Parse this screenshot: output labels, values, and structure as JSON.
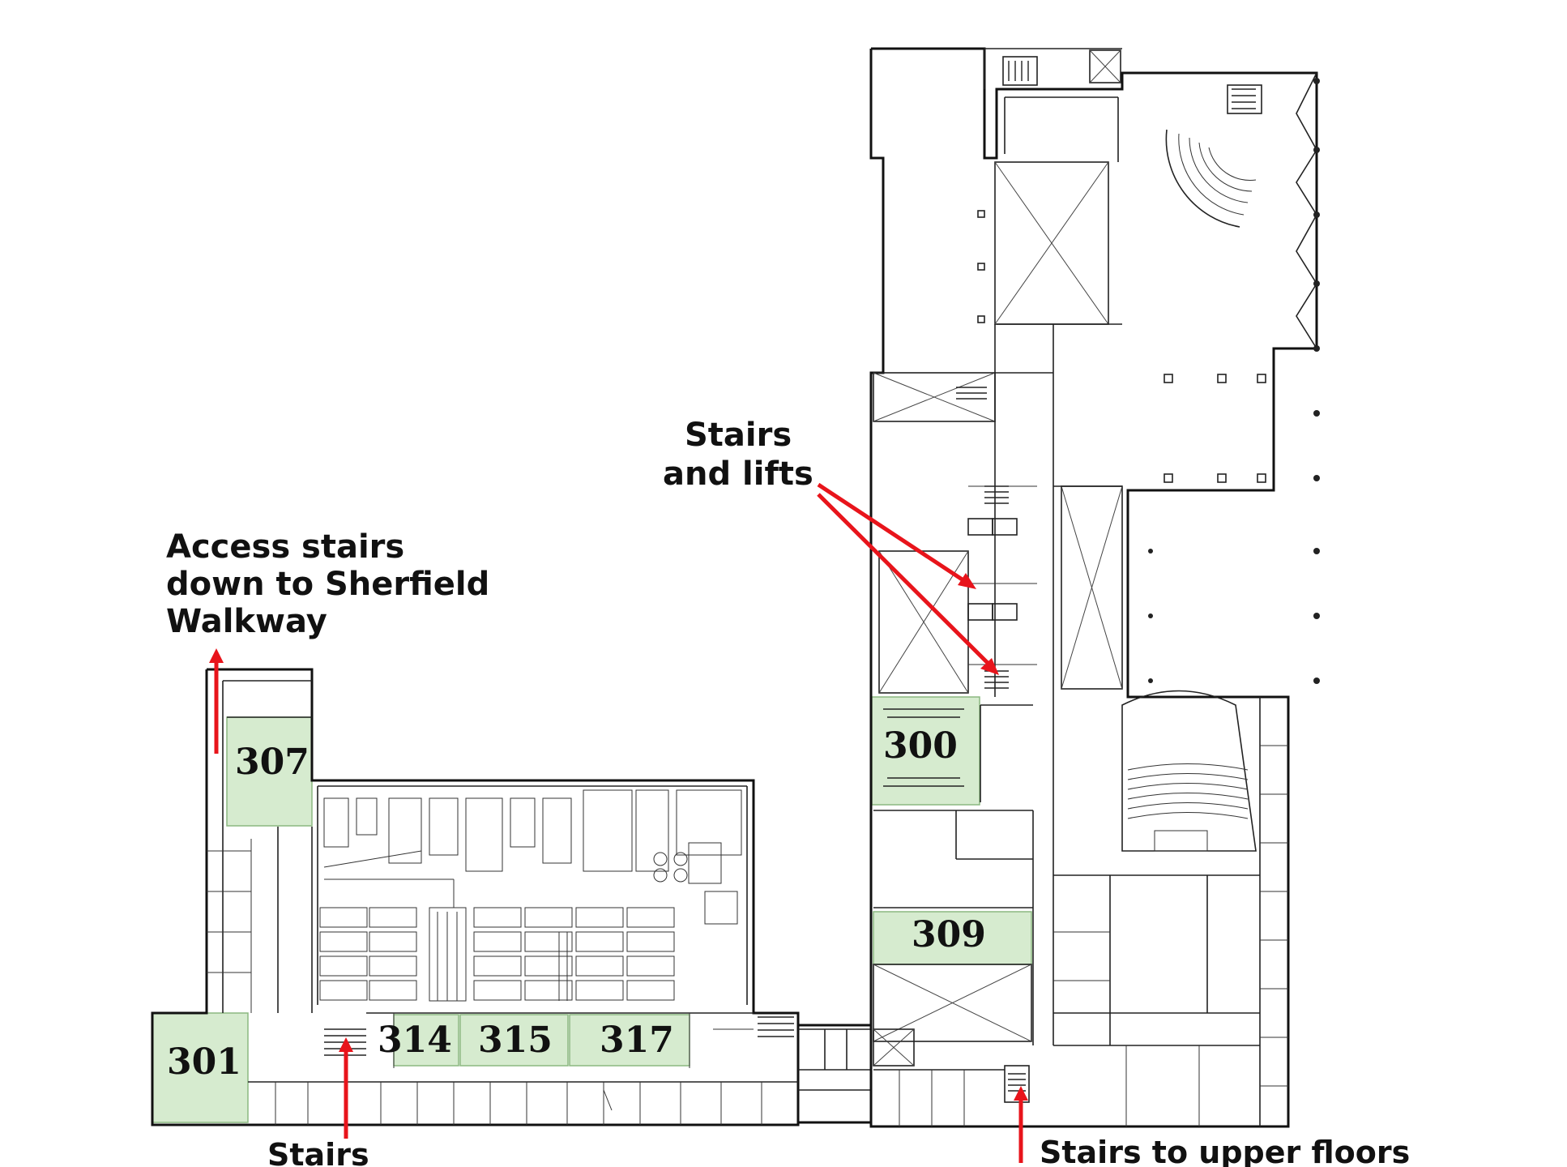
{
  "rooms": {
    "r300": "300",
    "r301": "301",
    "r307": "307",
    "r309": "309",
    "r314": "314",
    "r315": "315",
    "r317": "317"
  },
  "annotations": {
    "stairs_lifts_line1": "Stairs",
    "stairs_lifts_line2": "and lifts",
    "access_line1": "Access stairs",
    "access_line2": "down to Sherfield",
    "access_line3": "Walkway",
    "stairs": "Stairs",
    "stairs_upper": "Stairs to upper floors"
  },
  "colors": {
    "highlight": "#d6ebcf",
    "arrow": "#e8141b",
    "walls": "#111111"
  }
}
